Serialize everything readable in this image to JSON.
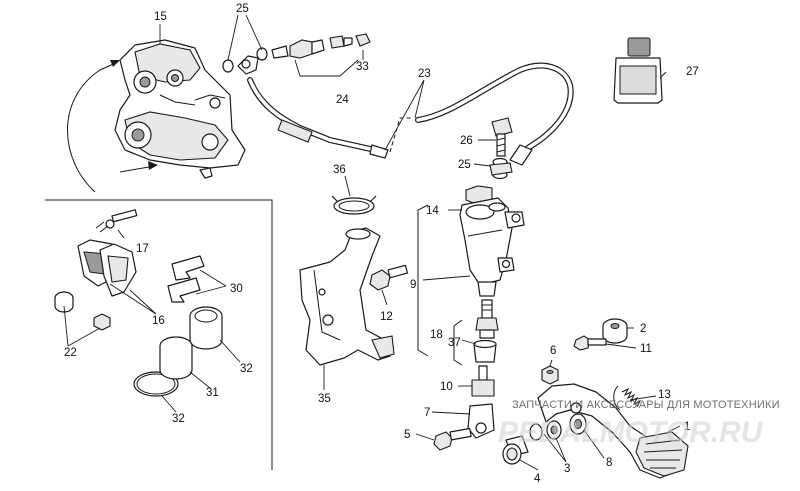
{
  "diagram": {
    "callouts": {
      "c1": "1",
      "c2": "2",
      "c3": "3",
      "c4": "4",
      "c5": "5",
      "c6": "6",
      "c7": "7",
      "c8": "8",
      "c9": "9",
      "c10": "10",
      "c11": "11",
      "c12": "12",
      "c13": "13",
      "c14": "14",
      "c15": "15",
      "c16": "16",
      "c17": "17",
      "c18": "18",
      "c22": "22",
      "c23": "23",
      "c24": "24",
      "c25a": "25",
      "c25b": "25",
      "c26": "26",
      "c27": "27",
      "c30": "30",
      "c31": "31",
      "c32a": "32",
      "c32b": "32",
      "c33": "33",
      "c35": "35",
      "c36": "36",
      "c37": "37"
    }
  },
  "watermark": {
    "caption": "ЗАПЧАСТИ И АКСЕССУАРЫ ДЛЯ МОТОТЕХНИКИ",
    "logo": "PEDALMOTOR.RU"
  }
}
